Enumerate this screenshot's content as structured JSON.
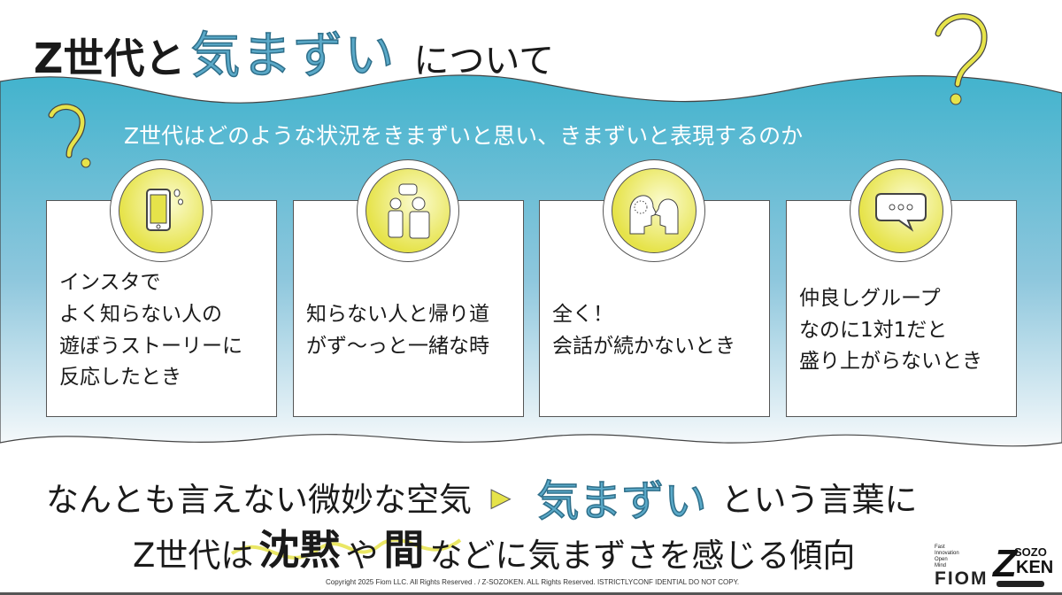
{
  "title": {
    "part1": "Z世代と",
    "highlight": "気まずい",
    "part3": "について"
  },
  "subtitle": "Z世代はどのような状況をきまずいと思い、きまずいと表現するのか",
  "cards": [
    {
      "icon": "smartphone-icon",
      "text": "インスタで\nよく知らない人の\n遊ぼうストーリーに\n反応したとき"
    },
    {
      "icon": "two-people-talking-icon",
      "text": "知らない人と帰り道\nがず〜っと一緒な時"
    },
    {
      "icon": "two-heads-facing-icon",
      "text": "全く！\n会話が続かないとき"
    },
    {
      "icon": "speech-bubble-icon",
      "text": "仲良しグループ\nなのに1対1だと\n盛り上がらないとき"
    }
  ],
  "conclusion": {
    "line1_a": "なんとも言えない微妙な空気",
    "arrow": "▶",
    "line1_hl": "気まずい",
    "line1_b": "という言葉に",
    "line2_a": "Z世代は",
    "line2_w1": "沈黙",
    "line2_b": "や",
    "line2_w2": "間",
    "line2_c": "などに気まずさを感じる傾向"
  },
  "footer": {
    "copyright": "Copyright 2025 Fiom LLC. All Rights Reserved . / Z-SOZOKEN. ALL Rights Reserved. ISTRICTLYCONF IDENTIAL DO NOT COPY."
  },
  "logos": {
    "fiom_tag": [
      "Fast",
      "Innovation",
      "Open",
      "Mind"
    ],
    "fiom": "FIOM",
    "sozoken_z": "Z",
    "sozoken_s": "SOZO",
    "sozoken_k": "KEN"
  },
  "colors": {
    "band_top": "#4ab5cf",
    "band_bottom": "#f4f8fb",
    "accent_yellow": "#e6e34a",
    "title_blue": "#5aa9c8"
  }
}
